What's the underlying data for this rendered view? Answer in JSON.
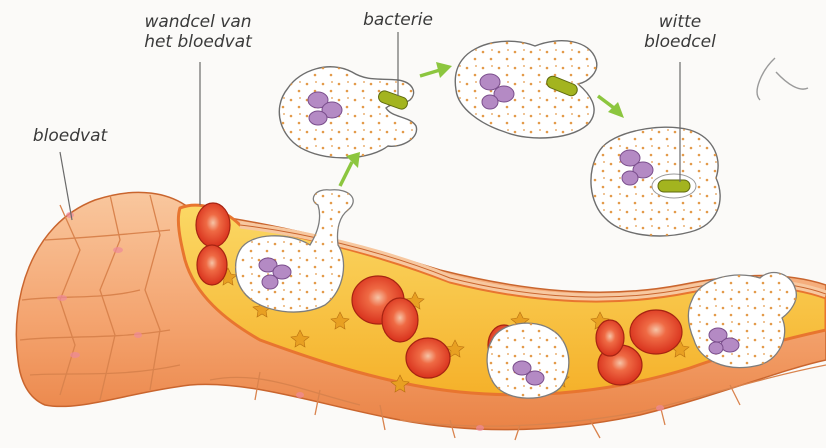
{
  "labels": {
    "vessel_wall_line1": "wandcel van",
    "vessel_wall_line2": "het bloedvat",
    "bacterium": "bacterie",
    "white_cell_line1": "witte",
    "white_cell_line2": "bloedcel",
    "blood_vessel": "bloedvat"
  },
  "colors": {
    "vessel_outer": "#f4a46a",
    "vessel_wall": "#f7b98a",
    "vessel_lining": "#e8752f",
    "plasma": "#f8c53a",
    "red_cell": "#e23a22",
    "red_cell_center": "#f6b08c",
    "white_cell_fill": "#ffffff",
    "white_cell_dots": "#e39a4a",
    "nucleus": "#a778b6",
    "bacterium": "#9cae1f",
    "arrow": "#8cc63f",
    "leader_line": "#6a6a6a"
  }
}
